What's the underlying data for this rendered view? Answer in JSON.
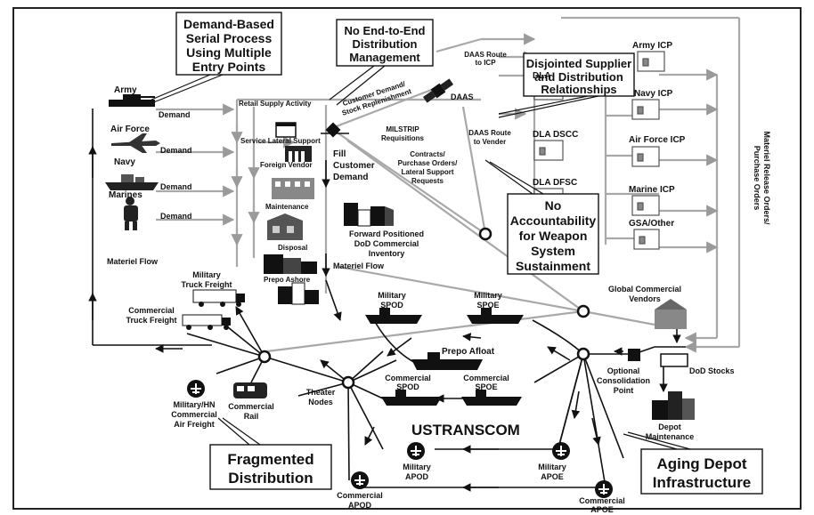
{
  "callouts": {
    "demand_based": [
      "Demand-Based",
      "Serial Process",
      "Using Multiple",
      "Entry Points"
    ],
    "no_end_to_end": [
      "No End-to-End",
      "Distribution",
      "Management"
    ],
    "disjointed": [
      "Disjointed Supplier",
      "and Distribution",
      "Relationships"
    ],
    "no_accountability": [
      "No",
      "Accountability",
      "for Weapon",
      "System",
      "Sustainment"
    ],
    "fragmented": [
      "Fragmented",
      "Distribution"
    ],
    "aging_depot": [
      "Aging Depot",
      "Infrastructure"
    ]
  },
  "services": {
    "army": "Army",
    "air_force": "Air Force",
    "navy": "Navy",
    "marines": "Marines"
  },
  "demand_label": "Demand",
  "materiel_flow_left": "Materiel Flow",
  "retail": {
    "retail_supply_activity": "Retail Supply Activity",
    "service_lateral_support": "Service Lateral Support",
    "foreign_vendor": "Foreign Vendor",
    "maintenance": "Maintenance",
    "disposal": "Disposal",
    "prepo_ashore": "Prepo Ashore",
    "fill_customer_demand": [
      "Fill",
      "Customer",
      "Demand"
    ],
    "forward_positioned": [
      "Forward Positioned",
      "DoD Commercial",
      "Inventory"
    ],
    "materiel_flow": "Materiel Flow"
  },
  "requests": {
    "customer_demand": [
      "Customer Demand/",
      "Stock Replenishment"
    ],
    "milstrip": [
      "MILSTRIP",
      "Requisitions"
    ],
    "contracts": [
      "Contracts/",
      "Purchase Orders/",
      "Lateral Support",
      "Requests"
    ],
    "daas": "DAAS",
    "daas_route_icp": [
      "DAAS Route",
      "to ICP"
    ],
    "daas_route_vendor": [
      "DAAS Route",
      "to Vender"
    ]
  },
  "suppliers": {
    "army_icp": "Army ICP",
    "dla": "DLA",
    "navy_icp": "Navy ICP",
    "dla_dscc": "DLA DSCC",
    "air_force_icp": "Air Force ICP",
    "dla_dfsc": "DLA DFSC",
    "marine_icp": "Marine ICP",
    "gsa_other": "GSA/Other",
    "side_label": [
      "Materiel Release Orders/",
      "Purchase Orders"
    ]
  },
  "commercial": {
    "global_vendors": [
      "Global Commercial",
      "Vendors"
    ],
    "dod_stocks": "DoD Stocks",
    "optional_consolidation": [
      "Optional",
      "Consolidation",
      "Point"
    ],
    "depot_maintenance": [
      "Depot",
      "Maintenance"
    ]
  },
  "transport": {
    "military_truck": [
      "Military",
      "Truck Freight"
    ],
    "commercial_truck": [
      "Commercial",
      "Truck Freight"
    ],
    "military_hn_air": [
      "Military/HN",
      "Commercial",
      "Air Freight"
    ],
    "commercial_rail": [
      "Commercial",
      "Rail"
    ],
    "theater_nodes": [
      "Theater",
      "Nodes"
    ],
    "military_spod": [
      "Military",
      "SPOD"
    ],
    "military_spoe": [
      "Military",
      "SPOE"
    ],
    "prepo_afloat": "Prepo Afloat",
    "commercial_spod": [
      "Commercial",
      "SPOD"
    ],
    "commercial_spoe": [
      "Commercial",
      "SPOE"
    ],
    "ustranscom": "USTRANSCOM",
    "military_apod": [
      "Military",
      "APOD"
    ],
    "military_apoe": [
      "Military",
      "APOE"
    ],
    "commercial_apod": [
      "Commercial",
      "APOD"
    ],
    "commercial_apoe": [
      "Commercial",
      "APOE"
    ]
  }
}
